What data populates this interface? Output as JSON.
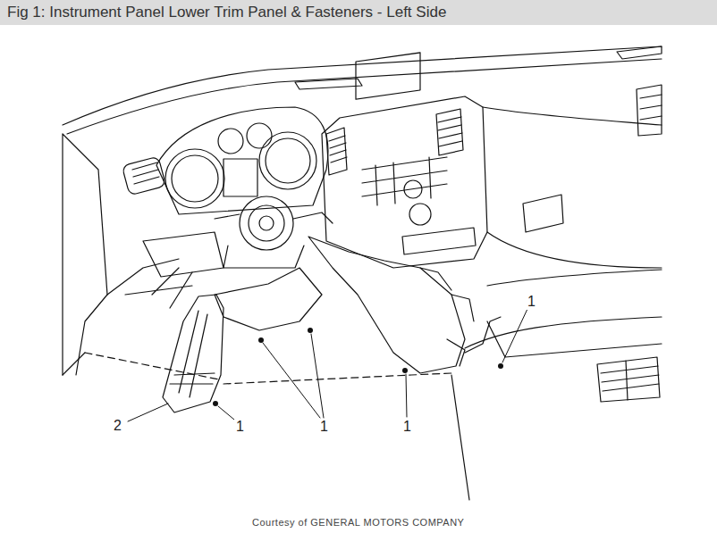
{
  "diagram": {
    "title": "Fig 1: Instrument Panel Lower Trim Panel & Fasteners - Left Side",
    "caption": "Courtesy of GENERAL MOTORS COMPANY",
    "labels": [
      "1",
      "2",
      "1",
      "1",
      "1"
    ]
  }
}
